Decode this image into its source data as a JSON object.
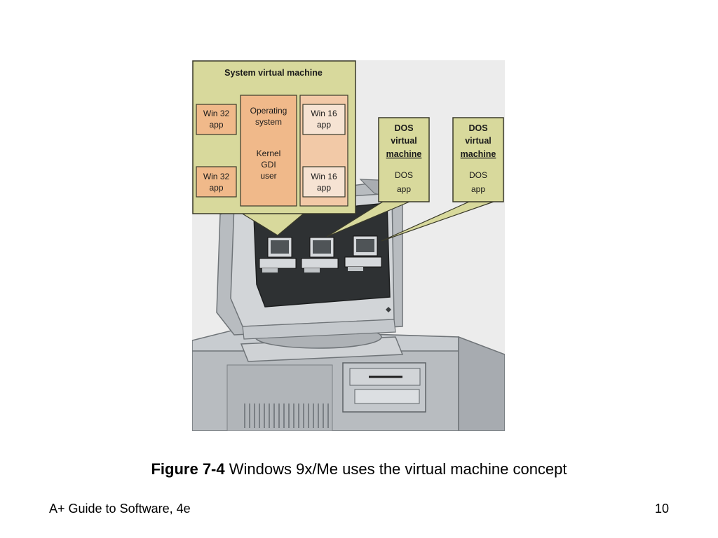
{
  "figure": {
    "system_vm_title": "System virtual machine",
    "win32_app_1": [
      "Win 32",
      "app"
    ],
    "win32_app_2": [
      "Win 32",
      "app"
    ],
    "os_label": [
      "Operating",
      "system"
    ],
    "os_components": [
      "Kernel",
      "GDI",
      "user"
    ],
    "win16_app_1": [
      "Win 16",
      "app"
    ],
    "win16_app_2": [
      "Win 16",
      "app"
    ],
    "dos_vm_1": {
      "title": [
        "DOS",
        "virtual",
        "machine"
      ],
      "app": [
        "DOS",
        "app"
      ]
    },
    "dos_vm_2": {
      "title": [
        "DOS",
        "virtual",
        "machine"
      ],
      "app": [
        "DOS",
        "app"
      ]
    },
    "colors": {
      "callout_fill": "#d8d99c",
      "box_fill": "#f0b98a",
      "win16_panel": "#f2c9a7",
      "light_box": "#f6e3d3",
      "background_panel": "#ececec",
      "monitor_gray": "#b8bcc0",
      "screen_dark": "#2e3133"
    }
  },
  "caption": {
    "label": "Figure 7-4",
    "text": " Windows 9x/Me uses the virtual machine concept"
  },
  "footer": {
    "left": "A+ Guide to Software, 4e",
    "page_number": "10"
  }
}
